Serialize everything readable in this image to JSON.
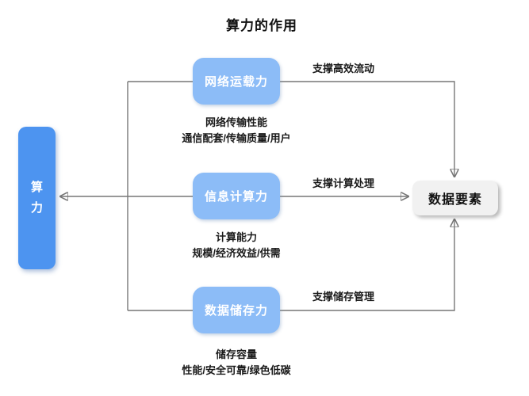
{
  "title": "算力的作用",
  "colors": {
    "source_node_blue": "#4D94F0",
    "capability_node_blue": "#8CBCF7",
    "target_node_gray": "#F1F1F1",
    "connector_gray": "#777777",
    "text_black": "#1a1a1a",
    "node_text_white": "#ffffff"
  },
  "diagram": {
    "source": {
      "label": "算力"
    },
    "target": {
      "label": "数据要素"
    },
    "capabilities": [
      {
        "label": "网络运载力",
        "arrow_label": "支撑高效流动",
        "desc_line1": "网络传输性能",
        "desc_line2": "通信配套/传输质量/用户"
      },
      {
        "label": "信息计算力",
        "arrow_label": "支撑计算处理",
        "desc_line1": "计算能力",
        "desc_line2": "规模/经济效益/供需"
      },
      {
        "label": "数据储存力",
        "arrow_label": "支撑储存管理",
        "desc_line1": "储存容量",
        "desc_line2": "性能/安全可靠/绿色低碳"
      }
    ]
  }
}
